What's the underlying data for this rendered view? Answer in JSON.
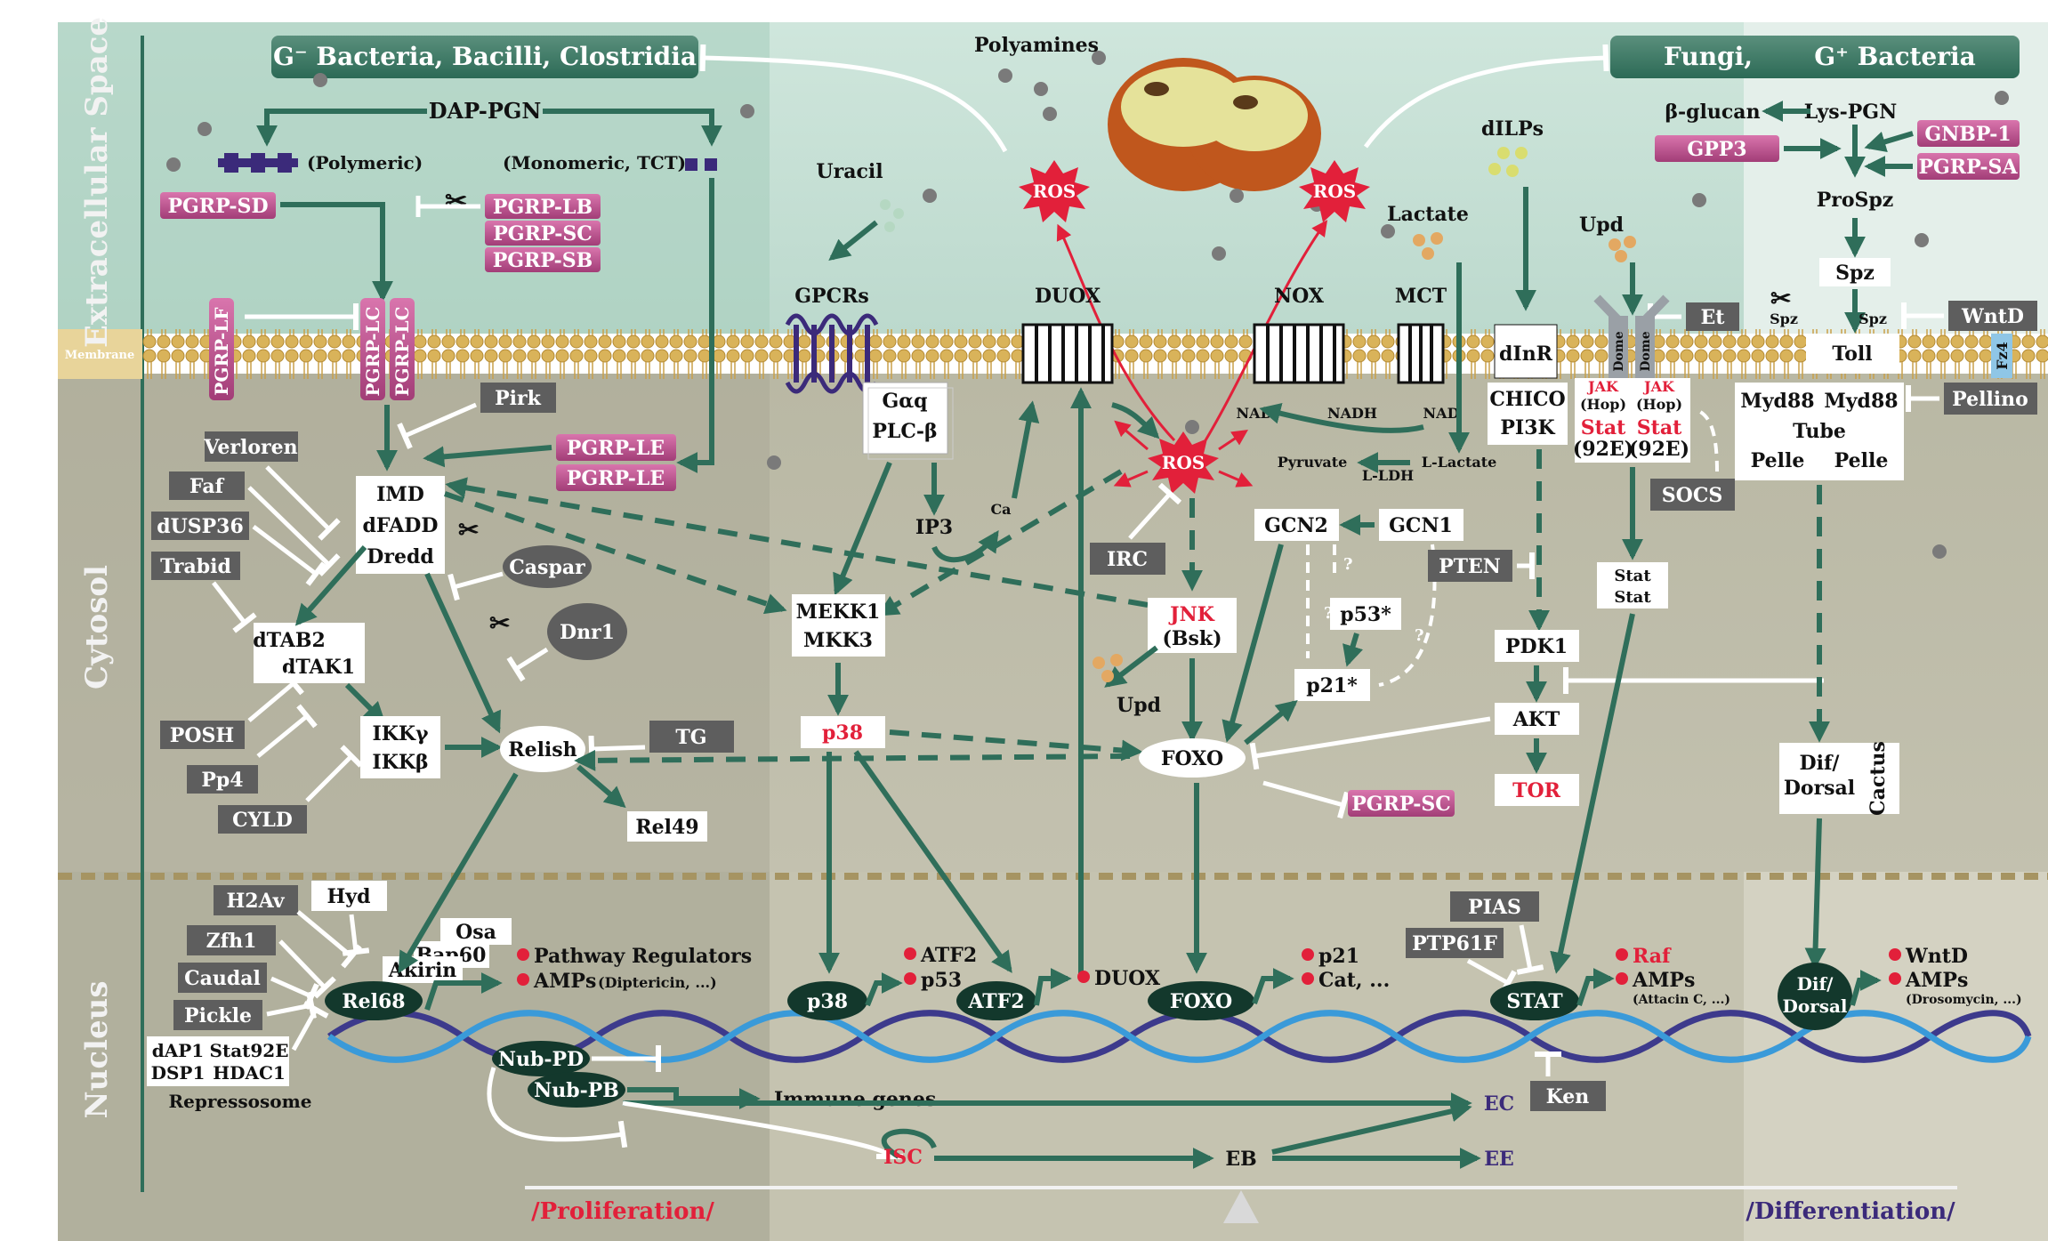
{
  "regions": {
    "extracellular": "Extracellular Space",
    "membrane": "Membrane",
    "cytosol": "Cytosol",
    "nucleus": "Nucleus"
  },
  "banners": {
    "left": "G⁻ Bacteria, Bacilli, Clostridia",
    "fungi": "Fungi,",
    "gplus": "G⁺ Bacteria"
  },
  "extracellular": {
    "dap_pgn": "DAP-PGN",
    "polymeric": "(Polymeric)",
    "monomeric": "(Monomeric, TCT)",
    "pgrp_sd": "PGRP-SD",
    "pgrp_lb": "PGRP-LB",
    "pgrp_sc": "PGRP-SC",
    "pgrp_sb": "PGRP-SB",
    "polyamines": "Polyamines",
    "uracil": "Uracil",
    "ros": "ROS",
    "lactate": "Lactate",
    "dilps": "dILPs",
    "upd": "Upd",
    "beta_glucan": "β-glucan",
    "gpp3": "GPP3",
    "lys_pgn": "Lys-PGN",
    "gnbp1": "GNBP-1",
    "pgrp_sa": "PGRP-SA",
    "prospz": "ProSpz",
    "spz": "Spz",
    "et": "Et",
    "wntd": "WntD"
  },
  "membrane": {
    "pgrp_lf": "PGRP-LF",
    "pgrp_lc": "PGRP-LC",
    "gpcrs": "GPCRs",
    "duox": "DUOX",
    "nox": "NOX",
    "mct": "MCT",
    "dinr": "dInR",
    "dome": "Dome",
    "toll": "Toll",
    "spz_small": "Spz",
    "fz4": "Fz4"
  },
  "cytosol": {
    "pirk": "Pirk",
    "verloren": "Verloren",
    "pgrp_le": "PGRP-LE",
    "imd": "IMD",
    "dfadd": "dFADD",
    "dredd": "Dredd",
    "faf": "Faf",
    "dusp36": "dUSP36",
    "trabid": "Trabid",
    "caspar": "Caspar",
    "dnr1": "Dnr1",
    "dtab2": "dTAB2",
    "dtak1": "dTAK1",
    "posh": "POSH",
    "pp4": "Pp4",
    "cyld": "CYLD",
    "ikkg": "IKKγ",
    "ikkb": "IKKβ",
    "relish": "Relish",
    "tg": "TG",
    "rel49": "Rel49",
    "galphaq": "Gαq",
    "plcb": "PLC-β",
    "ip3": "IP3",
    "ca": "Ca",
    "mekk1": "MEKK1",
    "mkk3": "MKK3",
    "p38": "p38",
    "irc": "IRC",
    "jnk": "JNK",
    "bsk": "(Bsk)",
    "upd": "Upd",
    "foxo": "FOXO",
    "pgrp_sc": "PGRP-SC",
    "nad_plus": "NAD",
    "nadh": "NADH",
    "pyruvate": "Pyruvate",
    "l_ldh": "L-LDH",
    "l_lactate": "L-Lactate",
    "gcn2": "GCN2",
    "gcn1": "GCN1",
    "p53": "p53*",
    "p21": "p21*",
    "chico": "CHICO",
    "pi3k": "PI3K",
    "pten": "PTEN",
    "pdk1": "PDK1",
    "akt": "AKT",
    "tor": "TOR",
    "jak": "JAK",
    "hop": "(Hop)",
    "stat": "Stat",
    "stat92e": "(92E)",
    "socs": "SOCS",
    "myd88": "Myd88",
    "tube": "Tube",
    "pelle": "Pelle",
    "pellino": "Pellino",
    "dif_dorsal": "Dif/",
    "dorsal": "Dorsal",
    "cactus": "Cactus",
    "question": "?"
  },
  "nucleus": {
    "h2av": "H2Av",
    "hyd": "Hyd",
    "zfh1": "Zfh1",
    "caudal": "Caudal",
    "pickle": "Pickle",
    "dap1": "dAP1",
    "stat92e": "Stat92E",
    "dsp1": "DSP1",
    "hdac1": "HDAC1",
    "repressosome": "Repressosome",
    "osa": "Osa",
    "bap60": "Bap60",
    "akirin": "Akirin",
    "rel68": "Rel68",
    "pathway_regulators": "Pathway Regulators",
    "amps_dipt": "AMPs",
    "amps_dipt_note": "(Diptericin, ...)",
    "nub_pd": "Nub-PD",
    "nub_pb": "Nub-PB",
    "immune_genes": "Immune genes",
    "p38": "p38",
    "atf2": "ATF2",
    "atf2_target": "ATF2",
    "p53_target": "p53",
    "duox_target": "DUOX",
    "foxo": "FOXO",
    "p21_target": "p21",
    "cat_target": "Cat, ...",
    "pias": "PIAS",
    "ptp61f": "PTP61F",
    "stat": "STAT",
    "raf": "Raf",
    "amps_att": "AMPs",
    "amps_att_note": "(Attacin C, ...)",
    "ken": "Ken",
    "dif": "Dif/",
    "dorsal": "Dorsal",
    "wntd": "WntD",
    "amps_dro": "AMPs",
    "amps_dro_note": "(Drosomycin, ...)",
    "ec": "EC",
    "isc": "ISC",
    "eb": "EB",
    "ee": "EE",
    "proliferation": "/Proliferation/",
    "differentiation": "/Differentiation/"
  },
  "colors": {
    "green": "#2f6e5a",
    "red": "#e2203a",
    "pink": "#c04f8c",
    "grey_box": "#5e5e5e",
    "purple": "#3b2a7a"
  }
}
